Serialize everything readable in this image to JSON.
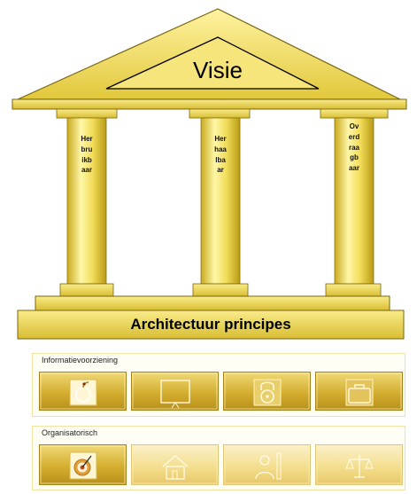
{
  "diagram": {
    "roof_label": "Visie",
    "pillars": [
      {
        "label": "Herbruikbaar"
      },
      {
        "label": "Herhaalbaar"
      },
      {
        "label": "Overdraagbaar"
      }
    ],
    "base_label": "Architectuur principes",
    "colors": {
      "gold_light": "#f7eb8a",
      "gold_mid": "#e8d24a",
      "gold_dark": "#b59a16"
    }
  },
  "panels": [
    {
      "title": "Informatievoorziening",
      "tiles": [
        {
          "icon": "apple-icon"
        },
        {
          "icon": "presentation-board-icon"
        },
        {
          "icon": "padlock-icon"
        },
        {
          "icon": "briefcase-icon"
        }
      ]
    },
    {
      "title": "Organisatorisch",
      "tiles": [
        {
          "icon": "target-icon"
        },
        {
          "icon": "house-icon"
        },
        {
          "icon": "person-ruler-icon"
        },
        {
          "icon": "scales-icon"
        }
      ]
    }
  ]
}
